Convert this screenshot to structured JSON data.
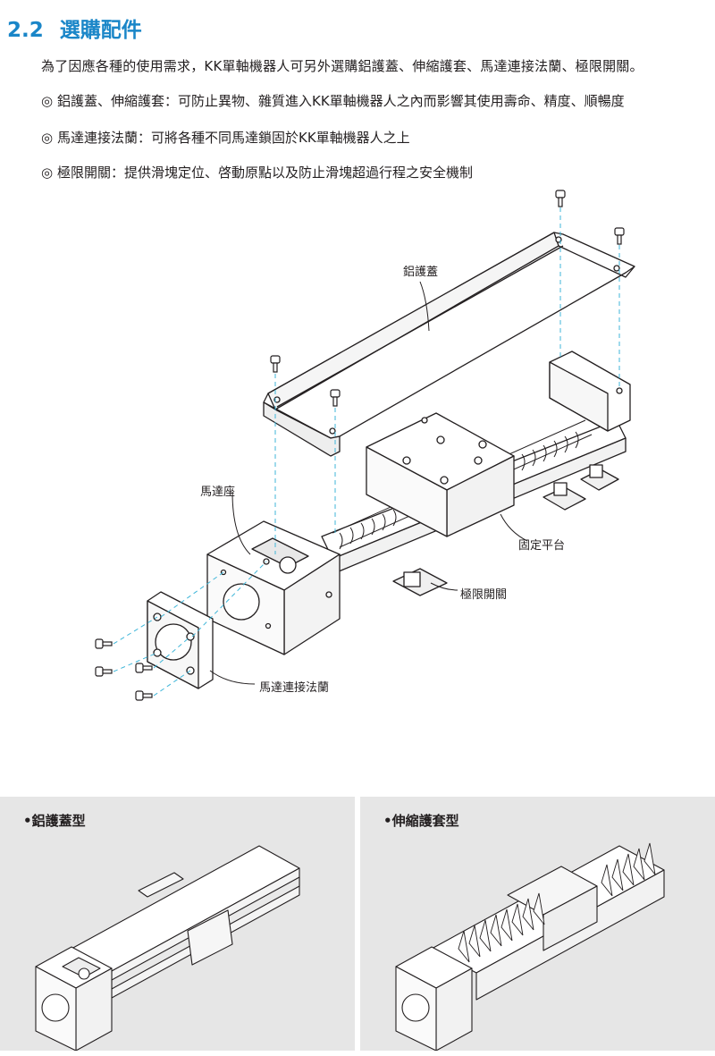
{
  "header": {
    "section_number": "2.2",
    "title": "選購配件"
  },
  "intro": "為了因應各種的使用需求，KK單軸機器人可另外選購鋁護蓋、伸縮護套、馬達連接法蘭、極限開關。",
  "bullets": [
    {
      "mark": "◎",
      "text": "鋁護蓋、伸縮護套：可防止異物、雜質進入KK單軸機器人之內而影響其使用壽命、精度、順暢度"
    },
    {
      "mark": "◎",
      "text": "馬達連接法蘭：可將各種不同馬達鎖固於KK單軸機器人之上"
    },
    {
      "mark": "◎",
      "text": "極限開關：提供滑塊定位、啓動原點以及防止滑塊超過行程之安全機制"
    }
  ],
  "callouts": {
    "cover": "鋁護蓋",
    "motor_seat": "馬達座",
    "platform": "固定平台",
    "limit_switch": "極限開關",
    "flange": "馬達連接法蘭"
  },
  "panels": [
    {
      "title": "•鋁護蓋型"
    },
    {
      "title": "•伸縮護套型"
    }
  ],
  "colors": {
    "title_blue": "#1a86c8",
    "guide_line": "#3fb6d9",
    "panel_bg": "#e6e6e6"
  }
}
